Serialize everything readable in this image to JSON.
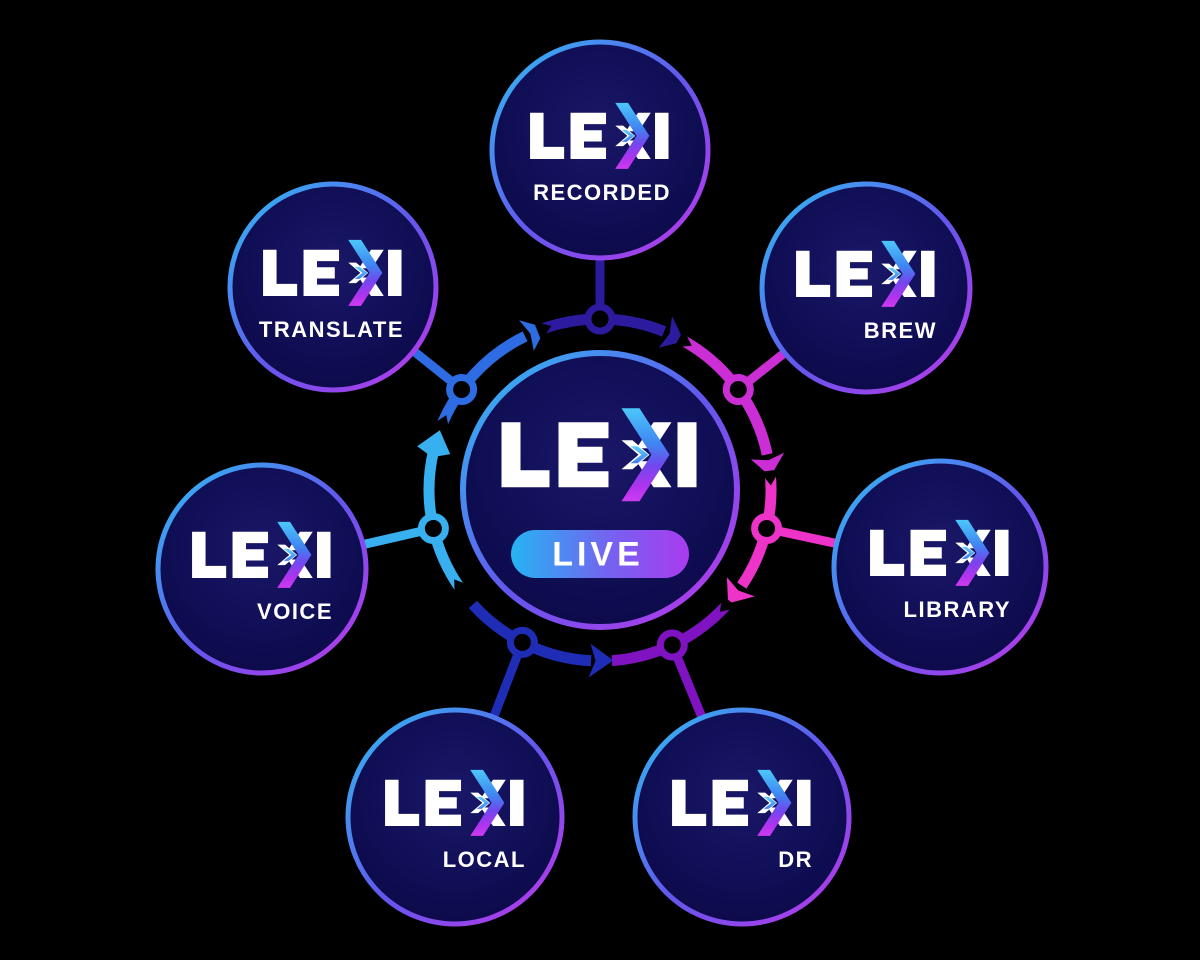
{
  "center": {
    "wordmark": "LEXI",
    "badge": "LIVE"
  },
  "satellites": [
    {
      "id": "recorded",
      "wordmark": "LEXI",
      "label": "RECORDED"
    },
    {
      "id": "translate",
      "wordmark": "LEXI",
      "label": "TRANSLATE"
    },
    {
      "id": "brew",
      "wordmark": "LEXI",
      "label": "BREW"
    },
    {
      "id": "voice",
      "wordmark": "LEXI",
      "label": "VOICE"
    },
    {
      "id": "library",
      "wordmark": "LEXI",
      "label": "LIBRARY"
    },
    {
      "id": "local",
      "wordmark": "LEXI",
      "label": "LOCAL"
    },
    {
      "id": "dr",
      "wordmark": "LEXI",
      "label": "DR"
    }
  ],
  "colors": {
    "background": "#000000",
    "bubble_fill_center": "#1a1768",
    "bubble_fill_edge": "#0b0946",
    "bubble_rim_start": "#2ebff2",
    "bubble_rim_end": "#c136e9",
    "wordmark_text": "#ffffff",
    "wordmark_arrow_top": "#4cc7f9",
    "wordmark_arrow_bottom": "#cf3bf2",
    "badge_gradient_start": "#25b4f3",
    "badge_gradient_end": "#aa3bef",
    "ring": {
      "top": "#2c1b9e",
      "top_right": "#cb2ed4",
      "right": "#ee33c8",
      "bottom_right": "#7f12c1",
      "bottom_left": "#1f2db6",
      "left": "#38b0f0",
      "top_left": "#2e6ce4"
    }
  }
}
